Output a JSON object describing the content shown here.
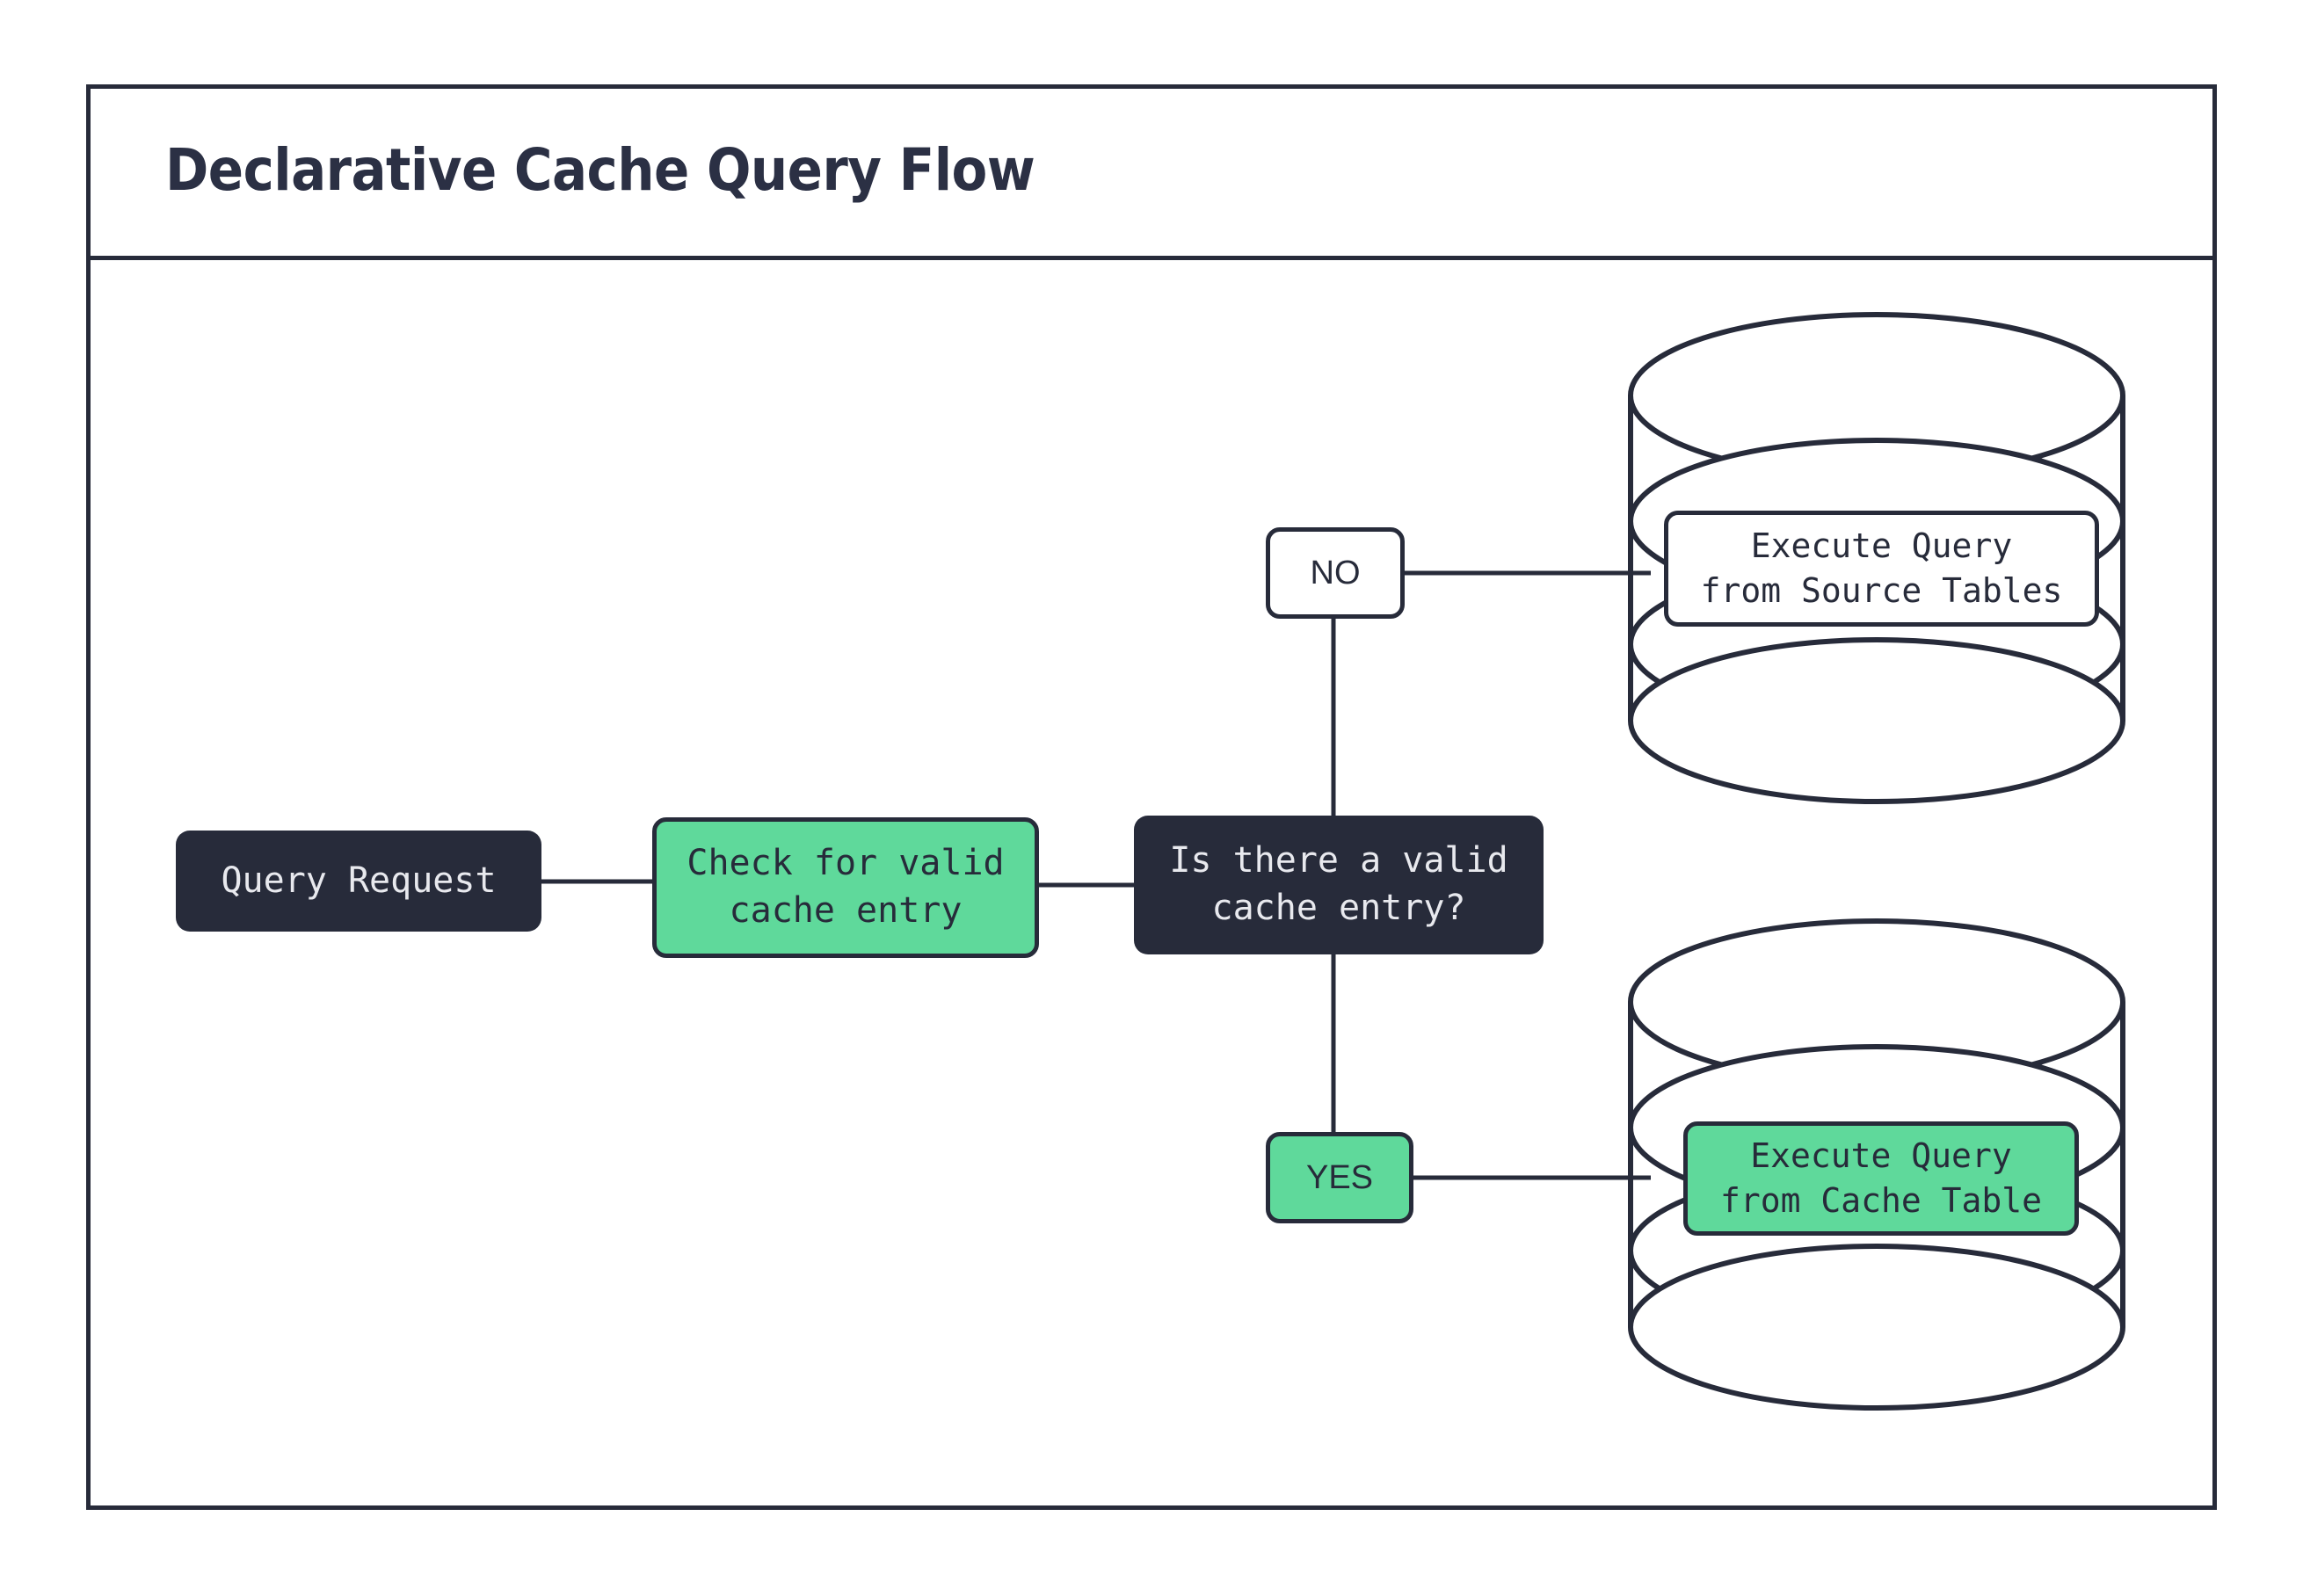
{
  "header": {
    "title": "Declarative Cache Query Flow"
  },
  "colors": {
    "ink": "#272b3a",
    "green": "#5fd99b",
    "white": "#ffffff",
    "text_on_dark": "#e8e9ee"
  },
  "diagram": {
    "nodes": {
      "query_request": "Query Request",
      "check_cache": "Check for valid\ncache entry",
      "decision": "Is there a valid\ncache entry?",
      "label_no": "NO",
      "label_yes": "YES",
      "source_tables": "Execute Query\nfrom Source Tables",
      "cache_table": "Execute Query\nfrom Cache Table"
    },
    "shapes": {
      "source_db": "database-cylinder",
      "cache_db": "database-cylinder"
    },
    "edges": [
      {
        "from": "query_request",
        "to": "check_cache",
        "label": ""
      },
      {
        "from": "check_cache",
        "to": "decision",
        "label": ""
      },
      {
        "from": "decision",
        "to": "label_no",
        "label": "NO"
      },
      {
        "from": "label_no",
        "to": "source_tables",
        "label": ""
      },
      {
        "from": "decision",
        "to": "label_yes",
        "label": "YES"
      },
      {
        "from": "label_yes",
        "to": "cache_table",
        "label": ""
      }
    ]
  }
}
